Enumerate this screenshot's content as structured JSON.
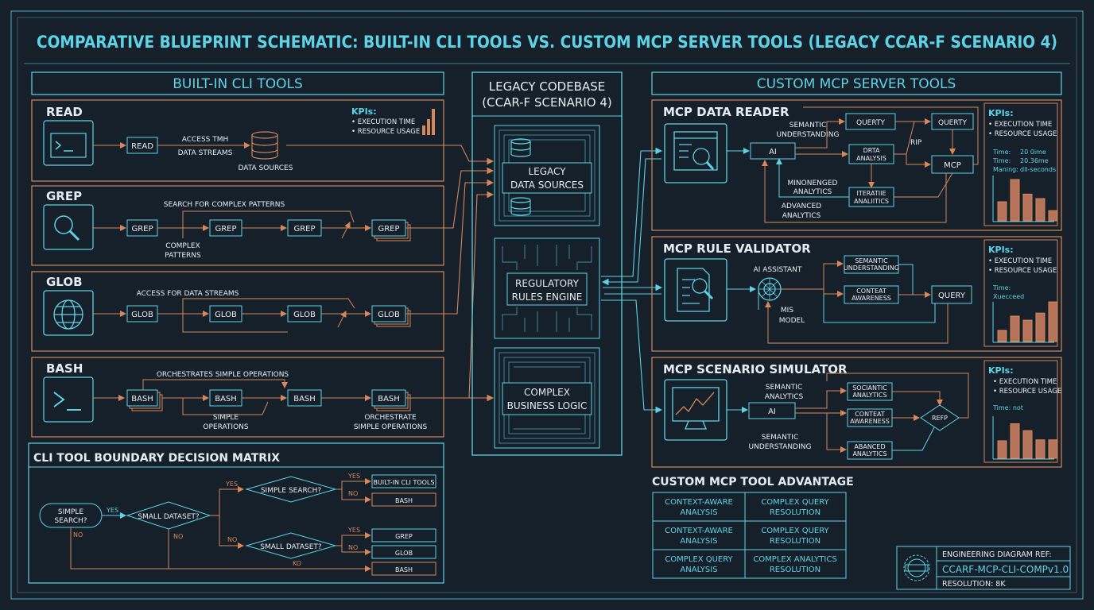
{
  "title": "COMPARATIVE BLUEPRINT SCHEMATIC: BUILT-IN CLI TOOLS VS. CUSTOM MCP SERVER TOOLS (LEGACY CCAR-F SCENARIO 4)",
  "colors": {
    "background": "#15202b",
    "cyan": "#5fd3e6",
    "orange": "#d7875a",
    "text": "#e6edf2",
    "line": "#7d8b96"
  },
  "cli": {
    "header": "BUILT-IN CLI TOOLS",
    "read": {
      "title": "READ",
      "box": "READ",
      "l1": "ACCESS TMH",
      "l2": "DATA STREAMS",
      "l3": "DATA SOURCES",
      "icon": "terminal-icon"
    },
    "kpi": {
      "title": "KPIs:",
      "items": [
        "• EXECUTION TIME",
        "• RESOURCE USAGE"
      ]
    },
    "grep": {
      "title": "GREP",
      "box": "GREP",
      "l1": "SEARCH FOR COMPLEX PATTERNS",
      "l2": "COMPLEX",
      "l3": "PATTERNS",
      "icon": "magnifier-icon"
    },
    "glob": {
      "title": "GLOB",
      "box": "GLOB",
      "l1": "ACCESS FOR DATA STREAMS",
      "icon": "globe-icon"
    },
    "bash": {
      "title": "BASH",
      "box": "BASH",
      "l1": "ORCHESTRATES SIMPLE OPERATIONS",
      "l2": "SIMPLE",
      "l3": "OPERATIONS",
      "l4": "ORCHESTRATE",
      "l5": "SIMPLE OPERATIONS",
      "icon": "prompt-icon"
    }
  },
  "matrix": {
    "title": "CLI TOOL BOUNDARY DECISION MATRIX",
    "start": [
      "SIMPLE",
      "SEARCH?"
    ],
    "d1": "SMALL DATASET?",
    "d2": "SIMPLE SEARCH?",
    "d3": "SMALL DATASET?",
    "yes": "YES",
    "no": "NO",
    "ko": "KO",
    "out": [
      "BUILT-IN CLI TOOLS",
      "BASH",
      "GREP",
      "GLOB",
      "BASH"
    ]
  },
  "legacy": {
    "header": [
      "LEGACY CODEBASE",
      "(CCAR-F SCENARIO 4)"
    ],
    "b1": [
      "LEGACY",
      "DATA SOURCES"
    ],
    "b2": [
      "REGULATORY",
      "RULES ENGINE"
    ],
    "b3": [
      "COMPLEX",
      "BUSINESS LOGIC"
    ]
  },
  "mcp": {
    "header": "CUSTOM MCP SERVER TOOLS",
    "reader": {
      "title": "MCP DATA READER",
      "ai": "AI",
      "query1": "QUERTY",
      "query2": "QUERTY",
      "mcp": "MCP",
      "rip": "RIP",
      "sem": [
        "SEMANTIC",
        "UNDERSTANDING"
      ],
      "data": [
        "DRTA",
        "ANALYSIS"
      ],
      "mino": [
        "MINONENGED",
        "ANALYTICS"
      ],
      "iter": [
        "ITERATIIE",
        "ANALIITICS"
      ],
      "adv": [
        "ADVANCED",
        "ANALYTICS"
      ],
      "kpi": {
        "title": "KPIs:",
        "items": [
          "• EXECUTION TIME",
          "• RESOURCE USAGE"
        ],
        "stats": [
          "Time:",
          "20 0ime",
          "Time:",
          "20.36me",
          "Maning:",
          "dll-seconds"
        ]
      },
      "bars": [
        0.3,
        0.65,
        0.42,
        0.35,
        0.16
      ]
    },
    "validator": {
      "title": "MCP RULE VALIDATOR",
      "assistant": "AI ASSISTANT",
      "model": [
        "MIS",
        "MODEL"
      ],
      "sem": [
        "SEMANTIC",
        "UNDERSTANDING"
      ],
      "ctx": [
        "CONTEAT",
        "AWARENESS"
      ],
      "query": "QUERY",
      "kpi": {
        "title": "KPIs:",
        "items": [
          "• EXECUTION TIME",
          "• RESOURCE USAGE"
        ],
        "stats": [
          "Time:",
          "Xuecceed"
        ]
      },
      "bars": [
        0.22,
        0.5,
        0.42,
        0.56,
        0.78
      ]
    },
    "simulator": {
      "title": "MCP SCENARIO SIMULATOR",
      "ai": "AI",
      "refp": "REFP",
      "sem": [
        "SEMANTIC",
        "ANALYTICS"
      ],
      "und": [
        "SEMANTIC",
        "UNDERSTANDING"
      ],
      "a1": [
        "SOCIANTIC",
        "ANALYTICS"
      ],
      "a2": [
        "CONTEAT",
        "AWARENESS"
      ],
      "a3": [
        "ABANCED",
        "ANALYTICS"
      ],
      "kpi": {
        "title": "KPIs:",
        "items": [
          "• EXECUTION TIME",
          "• RESOURCE USAGE"
        ],
        "stats": [
          "Time: not"
        ]
      },
      "bars": [
        0.38,
        0.75,
        0.6,
        0.4,
        0.4
      ]
    }
  },
  "advantage": {
    "title": "CUSTOM MCP TOOL ADVANTAGE",
    "cells": [
      [
        "CONTEXT-AWARE",
        "ANALYSIS"
      ],
      [
        "COMPLEX QUERY",
        "RESOLUTION"
      ],
      [
        "CONTEXT-AWARE",
        "ANALYSIS"
      ],
      [
        "COMPLEX QUERY",
        "RESOLUTION"
      ],
      [
        "COMPLEX QUERY",
        "ANALYSIS"
      ],
      [
        "COMPLEX ANALYTICS",
        "RESOLUTION"
      ]
    ]
  },
  "ref": {
    "l1": "ENGINEERING DIAGRAM REF:",
    "l2": "CCARF-MCP-CLI-COMPv1.0",
    "l3": "RESOLUTION: 8K",
    "seal": "gear-seal-icon"
  }
}
